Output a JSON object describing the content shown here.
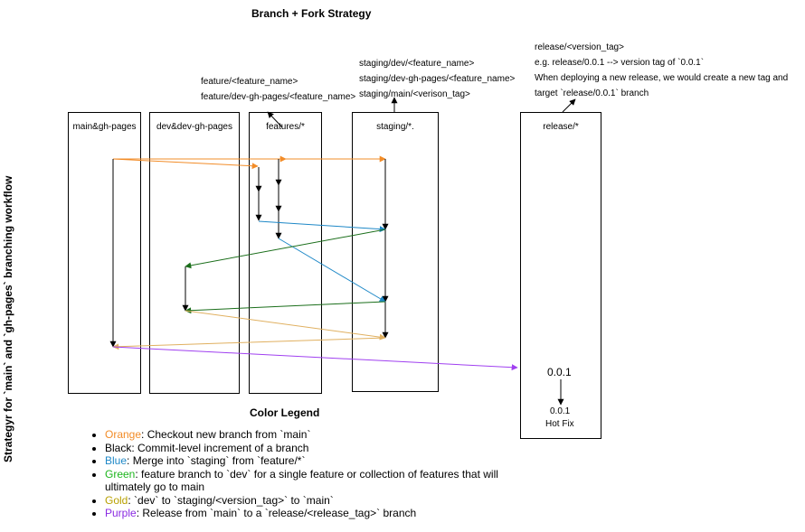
{
  "title": "Branch + Fork Strategy",
  "side_title": "Strategyr for `main` and `gh-pages` branching workflow",
  "lanes": [
    {
      "label": "main&gh-pages"
    },
    {
      "label": "dev&dev-gh-pages"
    },
    {
      "label": "features/*"
    },
    {
      "label": "staging/*."
    },
    {
      "label": "release/*"
    }
  ],
  "notes": {
    "feature": [
      "feature/<feature_name>",
      "feature/dev-gh-pages/<feature_name>"
    ],
    "staging": [
      "staging/dev/<feature_name>",
      "staging/dev-gh-pages/<feature_name>",
      "staging/main/<verison_tag>"
    ],
    "release": [
      "release/<version_tag>",
      "e.g. release/0.0.1 --> version tag of `0.0.1`",
      "When deploying a new release, we would create a new tag and",
      "target `release/0.0.1` branch"
    ]
  },
  "release_tag": "0.0.1",
  "hotfix_tag": "0.0.1",
  "hotfix_label": "Hot Fix",
  "legend_title": "Color Legend",
  "legend": [
    {
      "name": "Orange",
      "text": ": Checkout new branch from `main`",
      "color": "#F28C28"
    },
    {
      "name": "Black",
      "text": ": Commit-level increment of a branch",
      "color": "#000000"
    },
    {
      "name": "Blue",
      "text": ": Merge into `staging` from `feature/*`",
      "color": "#1E88C7"
    },
    {
      "name": "Green",
      "text": ": feature branch to `dev` for a single feature or  collection of features that will ultimately go to main",
      "color": "#1DB51D"
    },
    {
      "name": "Gold",
      "text": ": `dev` to `staging/<version_tag>` to `main`",
      "color": "#B8A000"
    },
    {
      "name": "Purple",
      "text": ": Release from `main` to a `release/<release_tag>` branch",
      "color": "#8A2BE2"
    }
  ],
  "colors": {
    "orange": "#F28C28",
    "black": "#000000",
    "blue": "#1E88C7",
    "green": "#1A6E1A",
    "gold": "#E0B060",
    "purple": "#A040F0"
  }
}
